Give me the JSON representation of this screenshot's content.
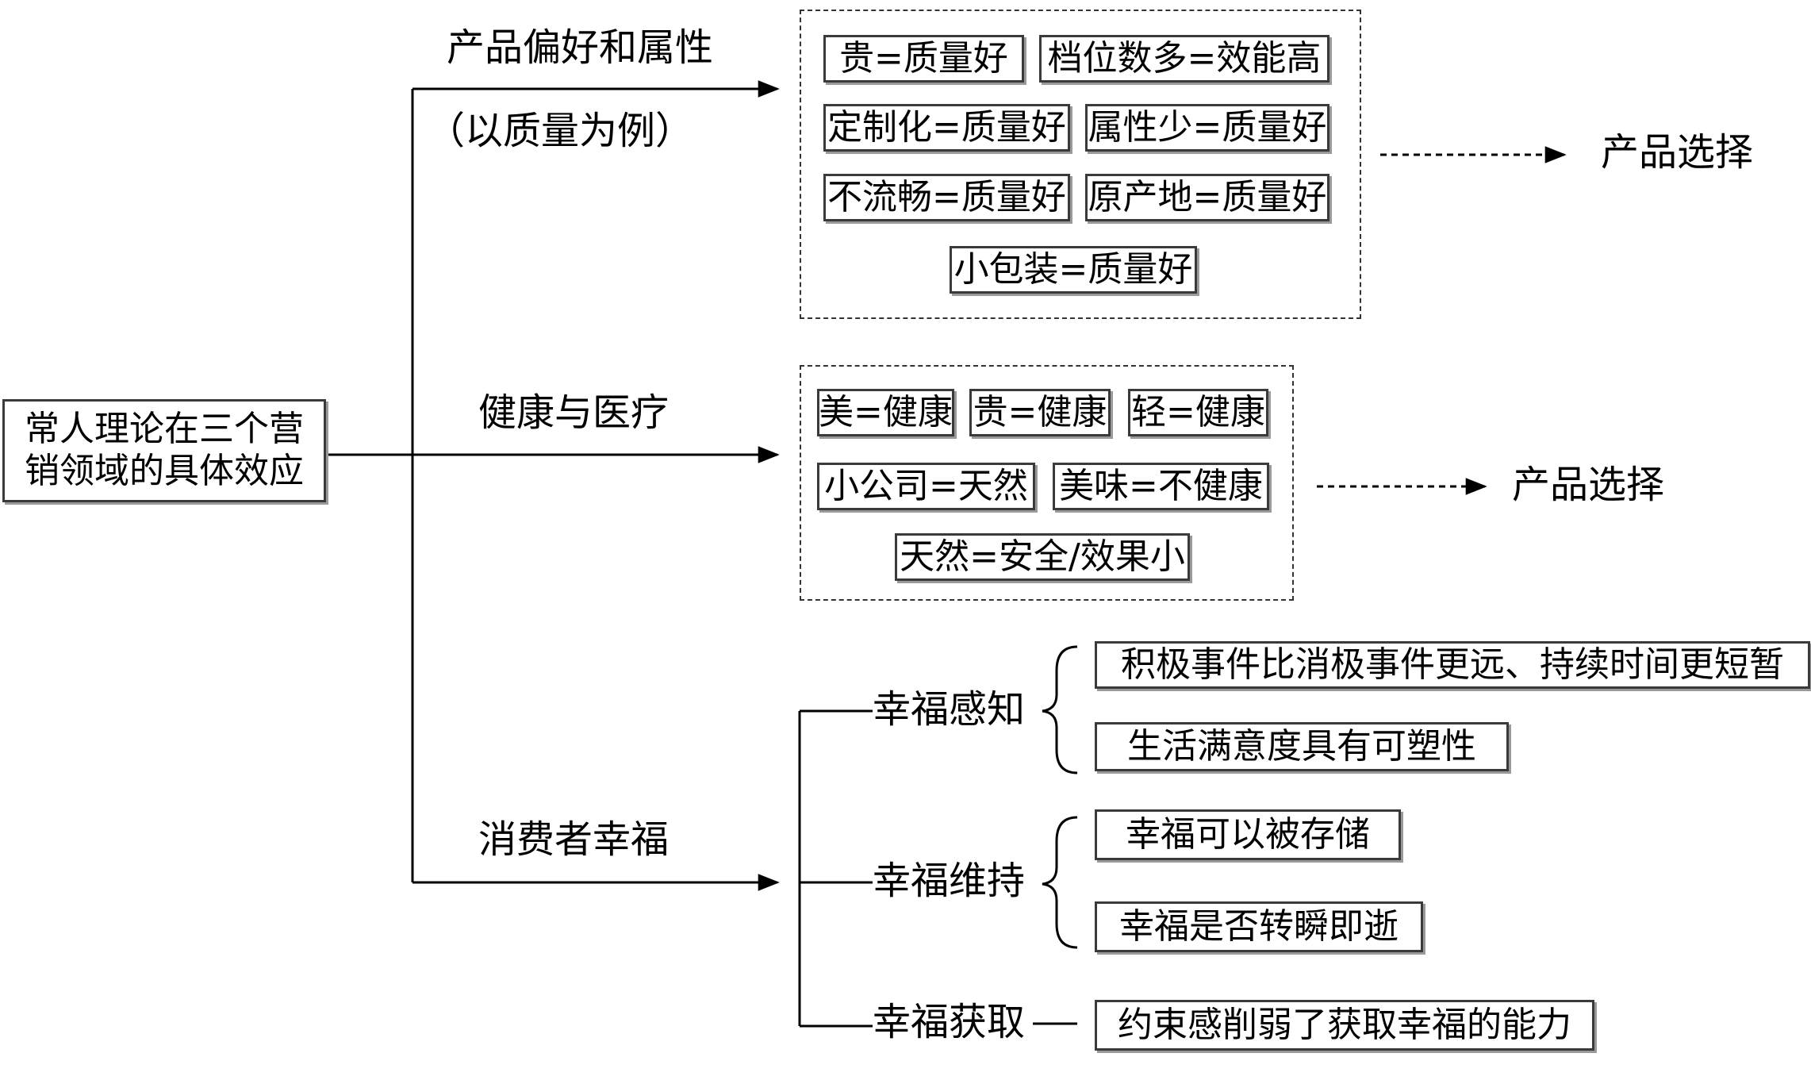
{
  "root": "常人理论在三个营销领域的具体效应",
  "branches": {
    "quality": {
      "label_line1": "产品偏好和属性",
      "label_line2": "（以质量为例）",
      "items": [
        "贵=质量好",
        "档位数多=效能高",
        "定制化=质量好",
        "属性少=质量好",
        "不流畅=质量好",
        "原产地=质量好",
        "小包装=质量好"
      ],
      "outcome": "产品选择"
    },
    "health": {
      "label": "健康与医疗",
      "items": [
        "美=健康",
        "贵=健康",
        "轻=健康",
        "小公司=天然",
        "美味=不健康",
        "天然=安全/效果小"
      ],
      "outcome": "产品选择"
    },
    "happiness": {
      "label": "消费者幸福",
      "groups": [
        {
          "label": "幸福感知",
          "items": [
            "积极事件比消极事件更远、持续时间更短暂",
            "生活满意度具有可塑性"
          ]
        },
        {
          "label": "幸福维持",
          "items": [
            "幸福可以被存储",
            "幸福是否转瞬即逝"
          ]
        },
        {
          "label": "幸福获取",
          "items": [
            "约束感削弱了获取幸福的能力"
          ]
        }
      ]
    }
  }
}
